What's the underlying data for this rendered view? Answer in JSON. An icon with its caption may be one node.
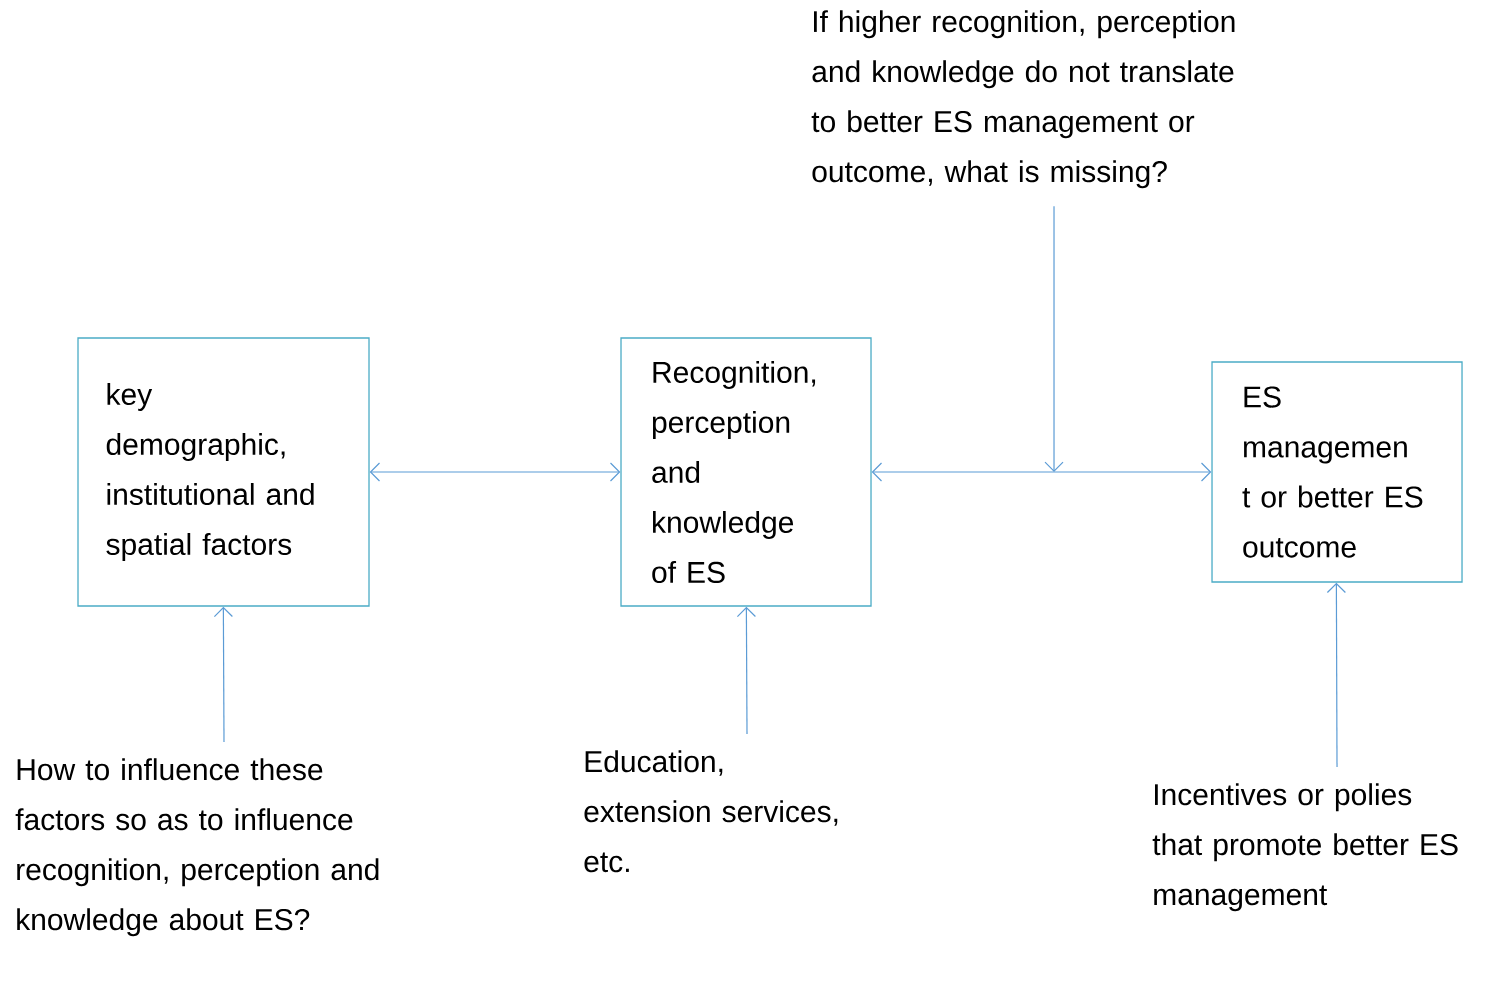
{
  "diagram": {
    "nodes": [
      {
        "text": [
          "key demographic, institutional and spatial factors"
        ]
      },
      {
        "text": [
          "Recognition, perception and knowledge of ES"
        ]
      },
      {
        "text": [
          "ES managemen t or better ES outcome"
        ]
      },
      {
        "text": [
          "If higher recognition, perception and knowledge do not translate to better ES management or outcome, what is missing?"
        ]
      },
      {
        "text": [
          "How to influence these factors so as to influence recognition, perception and knowledge about ES?"
        ]
      },
      {
        "text": [
          "Education, extension services, etc."
        ]
      },
      {
        "text": [
          "Incentives or polies that promote better ES management"
        ]
      }
    ],
    "edges": [
      {
        "from": 0,
        "to": 1,
        "arrow": "both"
      },
      {
        "from": 1,
        "to": 2,
        "arrow": "both"
      },
      {
        "from": 3,
        "to": null,
        "arrow": "to"
      },
      {
        "from": 4,
        "to": 0,
        "arrow": "to"
      },
      {
        "from": 5,
        "to": 1,
        "arrow": "to"
      },
      {
        "from": 6,
        "to": 2,
        "arrow": "to"
      }
    ]
  }
}
